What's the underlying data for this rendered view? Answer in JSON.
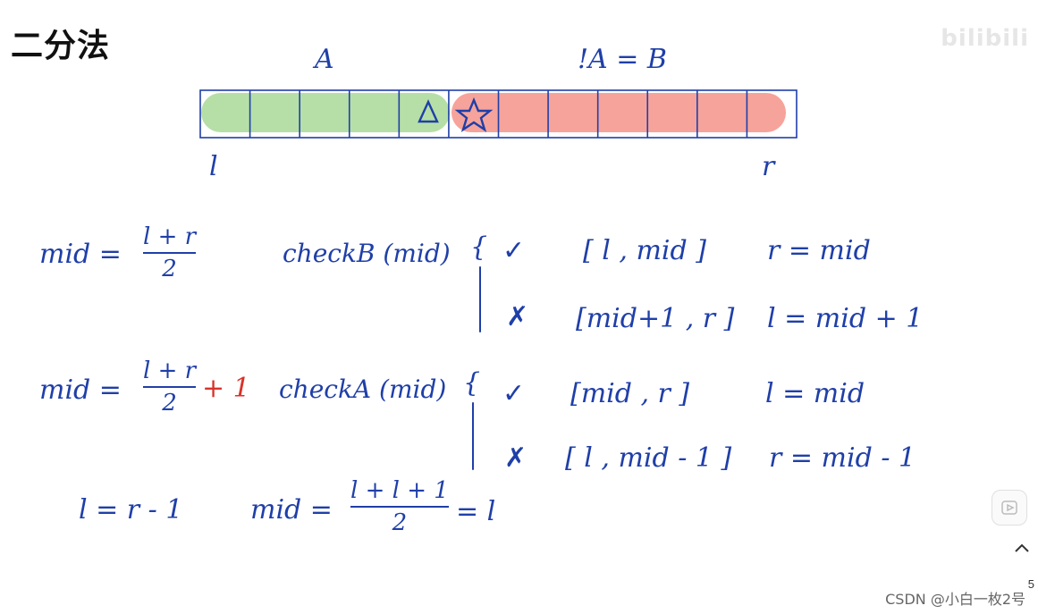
{
  "title": "二分法",
  "watermark": "bilibili",
  "array": {
    "label_a": "A",
    "label_b": "!A = B",
    "cells": 12,
    "left_pointer": "l",
    "right_pointer": "r",
    "triangle_mark": "Δ",
    "star_mark": "☆",
    "green_color": "#b6dfa7",
    "red_color": "#f6a39b",
    "boundary_color": "#1f3fa8"
  },
  "case1": {
    "mid_lhs": "mid =",
    "mid_num": "l + r",
    "mid_den": "2",
    "check": "checkB (mid)",
    "brace": "{",
    "true_mark": "✓",
    "true_range": "[ l ,  mid ]",
    "true_action": "r = mid",
    "false_mark": "✗",
    "false_range": "[mid+1 , r ]",
    "false_action": "l = mid + 1"
  },
  "case2": {
    "mid_lhs": "mid =",
    "mid_num": "l + r",
    "mid_den": "2",
    "plus_one": "+ 1",
    "check": "checkA (mid)",
    "brace": "{",
    "true_mark": "✓",
    "true_range": "[mid , r ]",
    "true_action": "l = mid",
    "false_mark": "✗",
    "false_range": "[ l ,  mid - 1 ]",
    "false_action": "r = mid - 1"
  },
  "example": {
    "cond": "l = r - 1",
    "mid_lhs": "mid =",
    "mid_num": "l + l + 1",
    "mid_den": "2",
    "result": "= l"
  },
  "footer": {
    "page_number": "5",
    "credit": "CSDN @小白一枚2号"
  }
}
